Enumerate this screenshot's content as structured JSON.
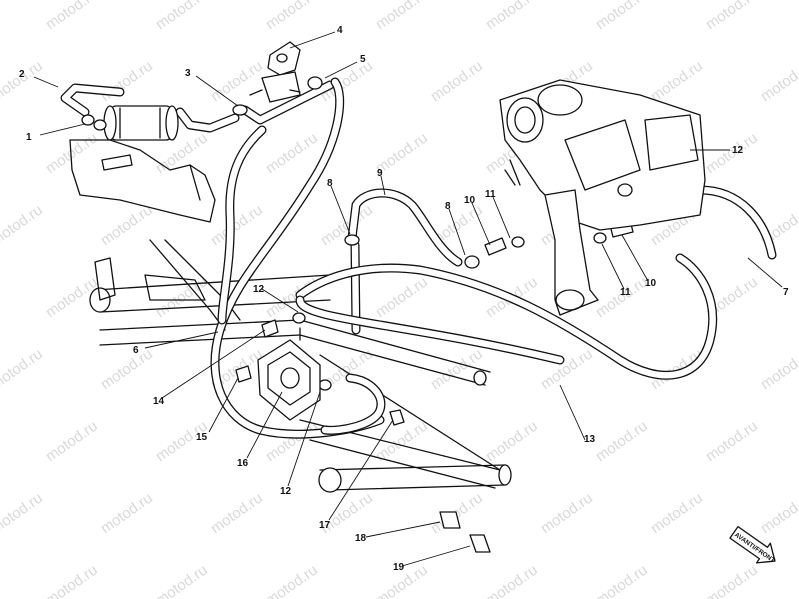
{
  "watermark": "motod.ru",
  "direction_arrow_label": "AVANTI/FRONT",
  "callouts": {
    "c1": "1",
    "c2": "2",
    "c3": "3",
    "c4": "4",
    "c5": "5",
    "c6": "6",
    "c7": "7",
    "c8a": "8",
    "c8b": "8",
    "c9": "9",
    "c10a": "10",
    "c10b": "10",
    "c11a": "11",
    "c11b": "11",
    "c12a": "12",
    "c12b": "12",
    "c12c": "12",
    "c13": "13",
    "c14": "14",
    "c15": "15",
    "c16": "16",
    "c17": "17",
    "c18": "18",
    "c19": "19"
  }
}
